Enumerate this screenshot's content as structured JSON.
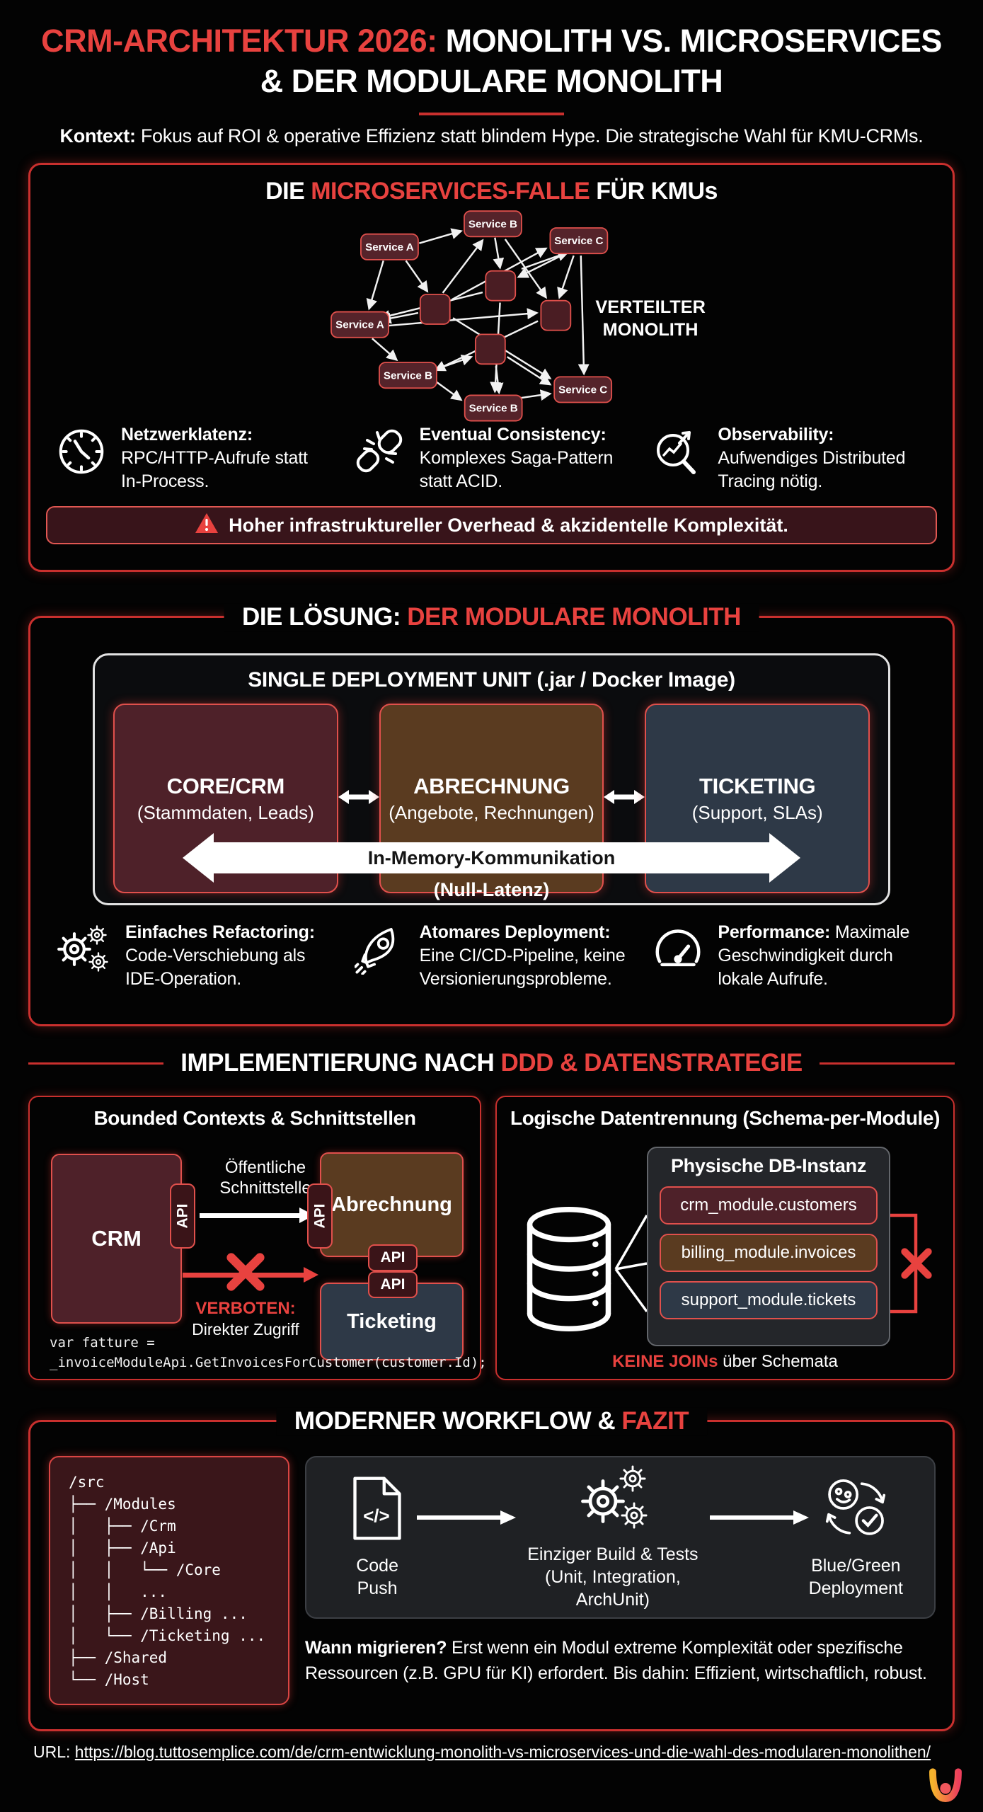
{
  "header": {
    "title_accent": "CRM-ARCHITEKTUR 2026:",
    "title_rest": " MONOLITH VS. MICROSERVICES",
    "title_line2": "& DER MODULARE MONOLITH",
    "kontext_label": "Kontext:",
    "kontext_text": " Fokus auf ROI & operative Effizienz statt blindem Hype. Die strategische Wahl für KMU-CRMs."
  },
  "s1": {
    "title_pre": "DIE ",
    "title_accent": "MICROSERVICES-FALLE",
    "title_post": " FÜR KMUs",
    "diagram": {
      "nodes": {
        "a1": "Service A",
        "b1": "Service B",
        "c1": "Service C",
        "a2": "Service A",
        "b2": "Service B",
        "b3": "Service B",
        "c2": "Service C"
      },
      "side1": "VERTEILTER",
      "side2": "MONOLITH"
    },
    "items": [
      {
        "icon": "clock-icon",
        "label": "Netzwerklatenz:",
        "text": " RPC/HTTP-Aufrufe statt In-Process."
      },
      {
        "icon": "broken-chain-icon",
        "label": "Eventual Consistency:",
        "text": " Komplexes Saga-Pattern statt ACID."
      },
      {
        "icon": "magnifier-chart-icon",
        "label": "Observability:",
        "text": " Aufwendiges Distributed Tracing nötig."
      }
    ],
    "warning": "Hoher infrastruktureller Overhead & akzidentelle Komplexität."
  },
  "s2": {
    "title_pre": "DIE LÖSUNG: ",
    "title_accent": "DER MODULARE MONOLITH",
    "unit_title": "SINGLE DEPLOYMENT UNIT (.jar / Docker Image)",
    "modules": [
      {
        "name": "CORE/CRM",
        "sub": "(Stammdaten, Leads)"
      },
      {
        "name": "ABRECHNUNG",
        "sub": "(Angebote, Rechnungen)"
      },
      {
        "name": "TICKETING",
        "sub": "(Support, SLAs)"
      }
    ],
    "arrow_label": "In-Memory-Kommunikation",
    "arrow_sub": "(Null-Latenz)",
    "items": [
      {
        "icon": "gears-icon",
        "label": "Einfaches Refactoring:",
        "text": " Code-Verschiebung als IDE-Operation."
      },
      {
        "icon": "rocket-icon",
        "label": "Atomares Deployment:",
        "text": " Eine CI/CD-Pipeline, keine Versionierungsprobleme."
      },
      {
        "icon": "speedometer-icon",
        "label": "Performance:",
        "text": " Maximale Geschwindigkeit durch lokale Aufrufe."
      }
    ]
  },
  "s3": {
    "title_pre": "IMPLEMENTIERUNG NACH ",
    "title_accent": "DDD & DATENSTRATEGIE",
    "left": {
      "title": "Bounded Contexts & Schnittstellen",
      "crm_label": "CRM",
      "api_label": "API",
      "iface_line1": "Öffentliche",
      "iface_line2": "Schnittstelle",
      "abrechnung_label": "Abrechnung",
      "ticketing_label": "Ticketing",
      "forbidden_label": "VERBOTEN:",
      "forbidden_sub": "Direkter Zugriff",
      "code_line1": "var fatture =",
      "code_line2": "_invoiceModuleApi.GetInvoicesForCustomer(customer.Id);"
    },
    "right": {
      "title": "Logische Datentrennung (Schema-per-Module)",
      "db_title": "Physische DB-Instanz",
      "schemas": [
        "crm_module.customers",
        "billing_module.invoices",
        "support_module.tickets"
      ],
      "joins_accent": "KEINE JOINs",
      "joins_rest": " über Schemata"
    }
  },
  "s4": {
    "title_pre": "MODERNER WORKFLOW & ",
    "title_accent": "FAZIT",
    "tree": [
      "/src",
      "├── /Modules",
      "│   ├── /Crm",
      "│   ├── /Api",
      "│   │   └── /Core",
      "│   │   ...",
      "│   ├── /Billing ...",
      "│   └── /Ticketing ...",
      "├── /Shared",
      "└── /Host"
    ],
    "steps": [
      {
        "line1": "Code Push",
        "line2": ""
      },
      {
        "line1": "Einziger Build & Tests",
        "line2": "(Unit, Integration, ArchUnit)"
      },
      {
        "line1": "Blue/Green",
        "line2": "Deployment"
      }
    ],
    "conclusion_label": "Wann migrieren?",
    "conclusion_text": " Erst wenn ein Modul extreme Komplexität oder spezifische Ressourcen (z.B. GPU für KI) erfordert. Bis dahin: Effizient, wirtschaftlich, robust."
  },
  "footer": {
    "url_label": "URL: ",
    "url": "https://blog.tuttosemplice.com/de/crm-entwicklung-monolith-vs-microservices-und-die-wahl-des-modularen-monolithen/"
  },
  "icons": {
    "code_glyph": "</>"
  },
  "colors": {
    "accent_red": "#e8423f",
    "core_crm": "#4e2129",
    "abrechnung": "#5a3b20",
    "ticketing": "#2e3947"
  }
}
